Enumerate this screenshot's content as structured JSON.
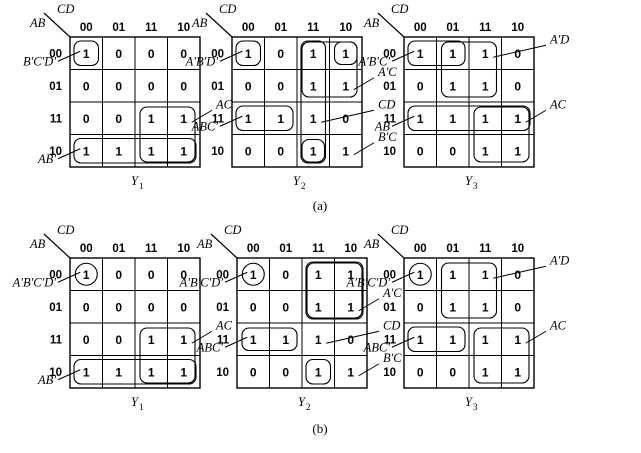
{
  "diagram": {
    "row_var": "AB",
    "col_var": "CD",
    "col_headers": [
      "00",
      "01",
      "11",
      "10"
    ],
    "row_headers": [
      "00",
      "01",
      "11",
      "10"
    ],
    "sections": [
      {
        "caption": "(a)",
        "maps": [
          {
            "function": "Y",
            "index": "1",
            "cells": [
              [
                "1",
                "0",
                "0",
                "0"
              ],
              [
                "0",
                "0",
                "0",
                "0"
              ],
              [
                "0",
                "0",
                "1",
                "1"
              ],
              [
                "1",
                "1",
                "1",
                "1"
              ]
            ],
            "groups": [
              {
                "rows": [
                  0,
                  0
                ],
                "cols": [
                  0,
                  0
                ]
              },
              {
                "rows": [
                  2,
                  3
                ],
                "cols": [
                  2,
                  3
                ]
              },
              {
                "rows": [
                  3,
                  3
                ],
                "cols": [
                  0,
                  3
                ]
              }
            ],
            "labels": [
              {
                "text": "B'C'D'",
                "side": "left",
                "target_row": 0,
                "target_col": 0
              },
              {
                "text": "AB'",
                "side": "left",
                "target_row": 3,
                "target_col": 0
              },
              {
                "text": "AC",
                "side": "right",
                "target_row": 2,
                "target_col": 3
              }
            ]
          },
          {
            "function": "Y",
            "index": "2",
            "cells": [
              [
                "1",
                "0",
                "1",
                "1"
              ],
              [
                "0",
                "0",
                "1",
                "1"
              ],
              [
                "1",
                "1",
                "1",
                "0"
              ],
              [
                "0",
                "0",
                "1",
                "1"
              ]
            ],
            "groups": [
              {
                "rows": [
                  0,
                  0
                ],
                "cols": [
                  0,
                  0
                ]
              },
              {
                "rows": [
                  0,
                  1
                ],
                "cols": [
                  2,
                  3
                ]
              },
              {
                "rows": [
                  0,
                  3
                ],
                "cols": [
                  2,
                  2
                ]
              },
              {
                "rows": [
                  0,
                  0
                ],
                "cols": [
                  3,
                  3
                ]
              },
              {
                "rows": [
                  2,
                  2
                ],
                "cols": [
                  0,
                  1
                ]
              },
              {
                "rows": [
                  3,
                  3
                ],
                "cols": [
                  2,
                  2
                ]
              }
            ],
            "labels": [
              {
                "text": "A'B'D'",
                "side": "left",
                "target_row": 0,
                "target_col": 0
              },
              {
                "text": "ABC'",
                "side": "left",
                "target_row": 2,
                "target_col": 0
              },
              {
                "text": "A'C",
                "side": "right",
                "target_row": 1,
                "target_col": 3
              },
              {
                "text": "CD",
                "side": "right",
                "target_row": 2,
                "target_col": 2
              },
              {
                "text": "B'C",
                "side": "right",
                "target_row": 3,
                "target_col": 3
              }
            ]
          },
          {
            "function": "Y",
            "index": "3",
            "cells": [
              [
                "1",
                "1",
                "1",
                "0"
              ],
              [
                "0",
                "1",
                "1",
                "0"
              ],
              [
                "1",
                "1",
                "1",
                "1"
              ],
              [
                "0",
                "0",
                "1",
                "1"
              ]
            ],
            "groups": [
              {
                "rows": [
                  0,
                  0
                ],
                "cols": [
                  0,
                  1
                ]
              },
              {
                "rows": [
                  0,
                  1
                ],
                "cols": [
                  1,
                  2
                ]
              },
              {
                "rows": [
                  2,
                  2
                ],
                "cols": [
                  0,
                  3
                ]
              },
              {
                "rows": [
                  2,
                  3
                ],
                "cols": [
                  2,
                  3
                ]
              }
            ],
            "labels": [
              {
                "text": "A'B'C'",
                "side": "left",
                "target_row": 0,
                "target_col": 0
              },
              {
                "text": "AB",
                "side": "left",
                "target_row": 2,
                "target_col": 0
              },
              {
                "text": "A'D",
                "side": "right",
                "target_row": 0,
                "target_col": 2
              },
              {
                "text": "AC",
                "side": "right",
                "target_row": 2,
                "target_col": 3
              }
            ]
          }
        ]
      },
      {
        "caption": "(b)",
        "maps": [
          {
            "function": "Y",
            "index": "1",
            "cells": [
              [
                "1",
                "0",
                "0",
                "0"
              ],
              [
                "0",
                "0",
                "0",
                "0"
              ],
              [
                "0",
                "0",
                "1",
                "1"
              ],
              [
                "1",
                "1",
                "1",
                "1"
              ]
            ],
            "groups": [
              {
                "rows": [
                  0,
                  0
                ],
                "cols": [
                  0,
                  0
                ],
                "shape": "circle"
              },
              {
                "rows": [
                  2,
                  3
                ],
                "cols": [
                  2,
                  3
                ]
              },
              {
                "rows": [
                  3,
                  3
                ],
                "cols": [
                  0,
                  3
                ]
              }
            ],
            "labels": [
              {
                "text": "A'B'C'D'",
                "side": "left",
                "target_row": 0,
                "target_col": 0
              },
              {
                "text": "AB'",
                "side": "left",
                "target_row": 3,
                "target_col": 0
              },
              {
                "text": "AC",
                "side": "right",
                "target_row": 2,
                "target_col": 3
              }
            ]
          },
          {
            "function": "Y",
            "index": "2",
            "cells": [
              [
                "1",
                "0",
                "1",
                "1"
              ],
              [
                "0",
                "0",
                "1",
                "1"
              ],
              [
                "1",
                "1",
                "1",
                "0"
              ],
              [
                "0",
                "0",
                "1",
                "1"
              ]
            ],
            "groups": [
              {
                "rows": [
                  0,
                  0
                ],
                "cols": [
                  0,
                  0
                ],
                "shape": "circle"
              },
              {
                "rows": [
                  0,
                  1
                ],
                "cols": [
                  2,
                  3
                ]
              },
              {
                "rows": [
                  0,
                  1
                ],
                "cols": [
                  2,
                  3
                ]
              },
              {
                "rows": [
                  2,
                  2
                ],
                "cols": [
                  0,
                  1
                ]
              },
              {
                "rows": [
                  3,
                  3
                ],
                "cols": [
                  2,
                  2
                ]
              }
            ],
            "labels": [
              {
                "text": "A'B'C'D'",
                "side": "left",
                "target_row": 0,
                "target_col": 0
              },
              {
                "text": "ABC'",
                "side": "left",
                "target_row": 2,
                "target_col": 0
              },
              {
                "text": "A'C",
                "side": "right",
                "target_row": 1,
                "target_col": 3
              },
              {
                "text": "CD",
                "side": "right",
                "target_row": 2,
                "target_col": 2
              },
              {
                "text": "B'C",
                "side": "right",
                "target_row": 3,
                "target_col": 3
              }
            ]
          },
          {
            "function": "Y",
            "index": "3",
            "cells": [
              [
                "1",
                "1",
                "1",
                "0"
              ],
              [
                "0",
                "1",
                "1",
                "0"
              ],
              [
                "1",
                "1",
                "1",
                "1"
              ],
              [
                "0",
                "0",
                "1",
                "1"
              ]
            ],
            "groups": [
              {
                "rows": [
                  0,
                  0
                ],
                "cols": [
                  0,
                  0
                ],
                "shape": "circle"
              },
              {
                "rows": [
                  0,
                  1
                ],
                "cols": [
                  1,
                  2
                ]
              },
              {
                "rows": [
                  2,
                  2
                ],
                "cols": [
                  0,
                  1
                ]
              },
              {
                "rows": [
                  2,
                  3
                ],
                "cols": [
                  2,
                  3
                ]
              }
            ],
            "labels": [
              {
                "text": "A'B'C'D'",
                "side": "left",
                "target_row": 0,
                "target_col": 0
              },
              {
                "text": "ABC'",
                "side": "left",
                "target_row": 2,
                "target_col": 0
              },
              {
                "text": "A'D",
                "side": "right",
                "target_row": 0,
                "target_col": 2
              },
              {
                "text": "AC",
                "side": "right",
                "target_row": 2,
                "target_col": 3
              }
            ]
          }
        ]
      }
    ]
  }
}
